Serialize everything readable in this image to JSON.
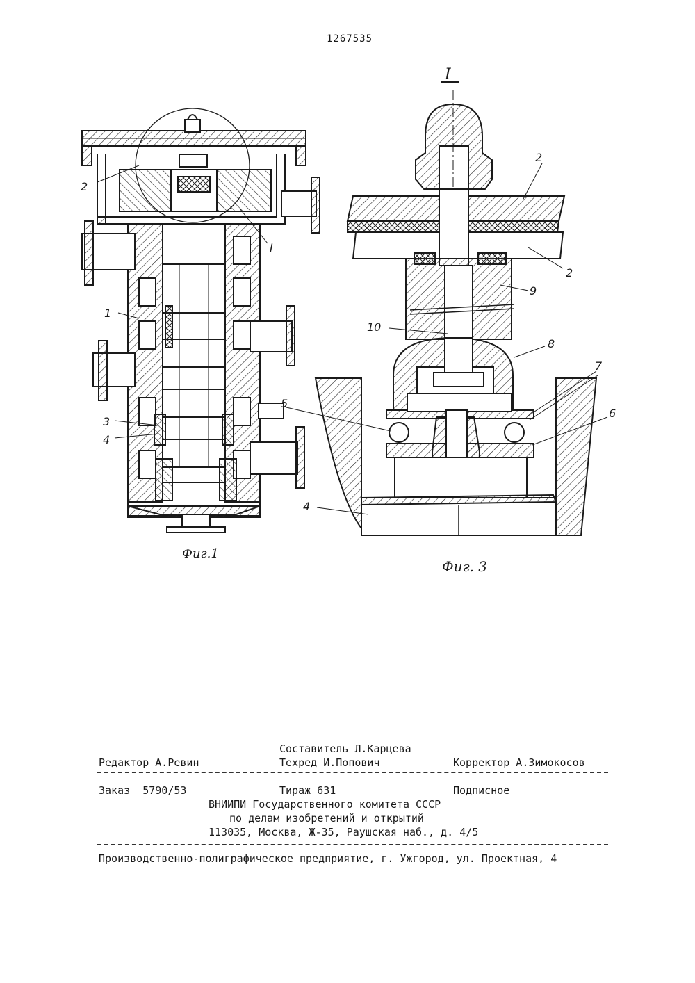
{
  "patent_number": "1267535",
  "fig1": {
    "caption": "Фиг.1",
    "labels": [
      "2",
      "I",
      "1",
      "3",
      "4"
    ]
  },
  "fig3": {
    "section_mark": "I",
    "caption": "Фиг. 3",
    "labels": [
      "2",
      "2",
      "9",
      "10",
      "8",
      "7",
      "5",
      "6",
      "4"
    ]
  },
  "imprint": {
    "compiler": "Составитель Л.Карцева",
    "editor": "Редактор А.Ревин",
    "techred": "Техред И.Попович",
    "corrector": "Корректор А.Зимокосов",
    "order": "Заказ  5790/53",
    "circulation": "Тираж 631",
    "subscription": "Подписное",
    "org_line1": "ВНИИПИ Государственного комитета СССР",
    "org_line2": "по делам изобретений и открытий",
    "org_line3": "113035, Москва, Ж-35, Раушская наб., д. 4/5",
    "printer": "Производственно-полиграфическое предприятие, г. Ужгород, ул. Проектная, 4"
  }
}
